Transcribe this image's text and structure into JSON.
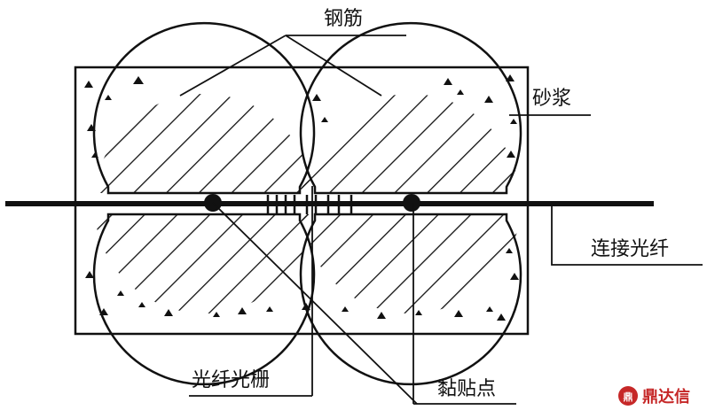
{
  "labels": {
    "rebar": "钢筋",
    "mortar": "砂浆",
    "connecting_fiber": "连接光纤",
    "fiber_grating": "光纤光栅",
    "bond_point": "黏贴点"
  },
  "logo": {
    "text": "鼎达信",
    "color": "#c62828"
  },
  "colors": {
    "line": "#111111",
    "background": "#ffffff"
  }
}
